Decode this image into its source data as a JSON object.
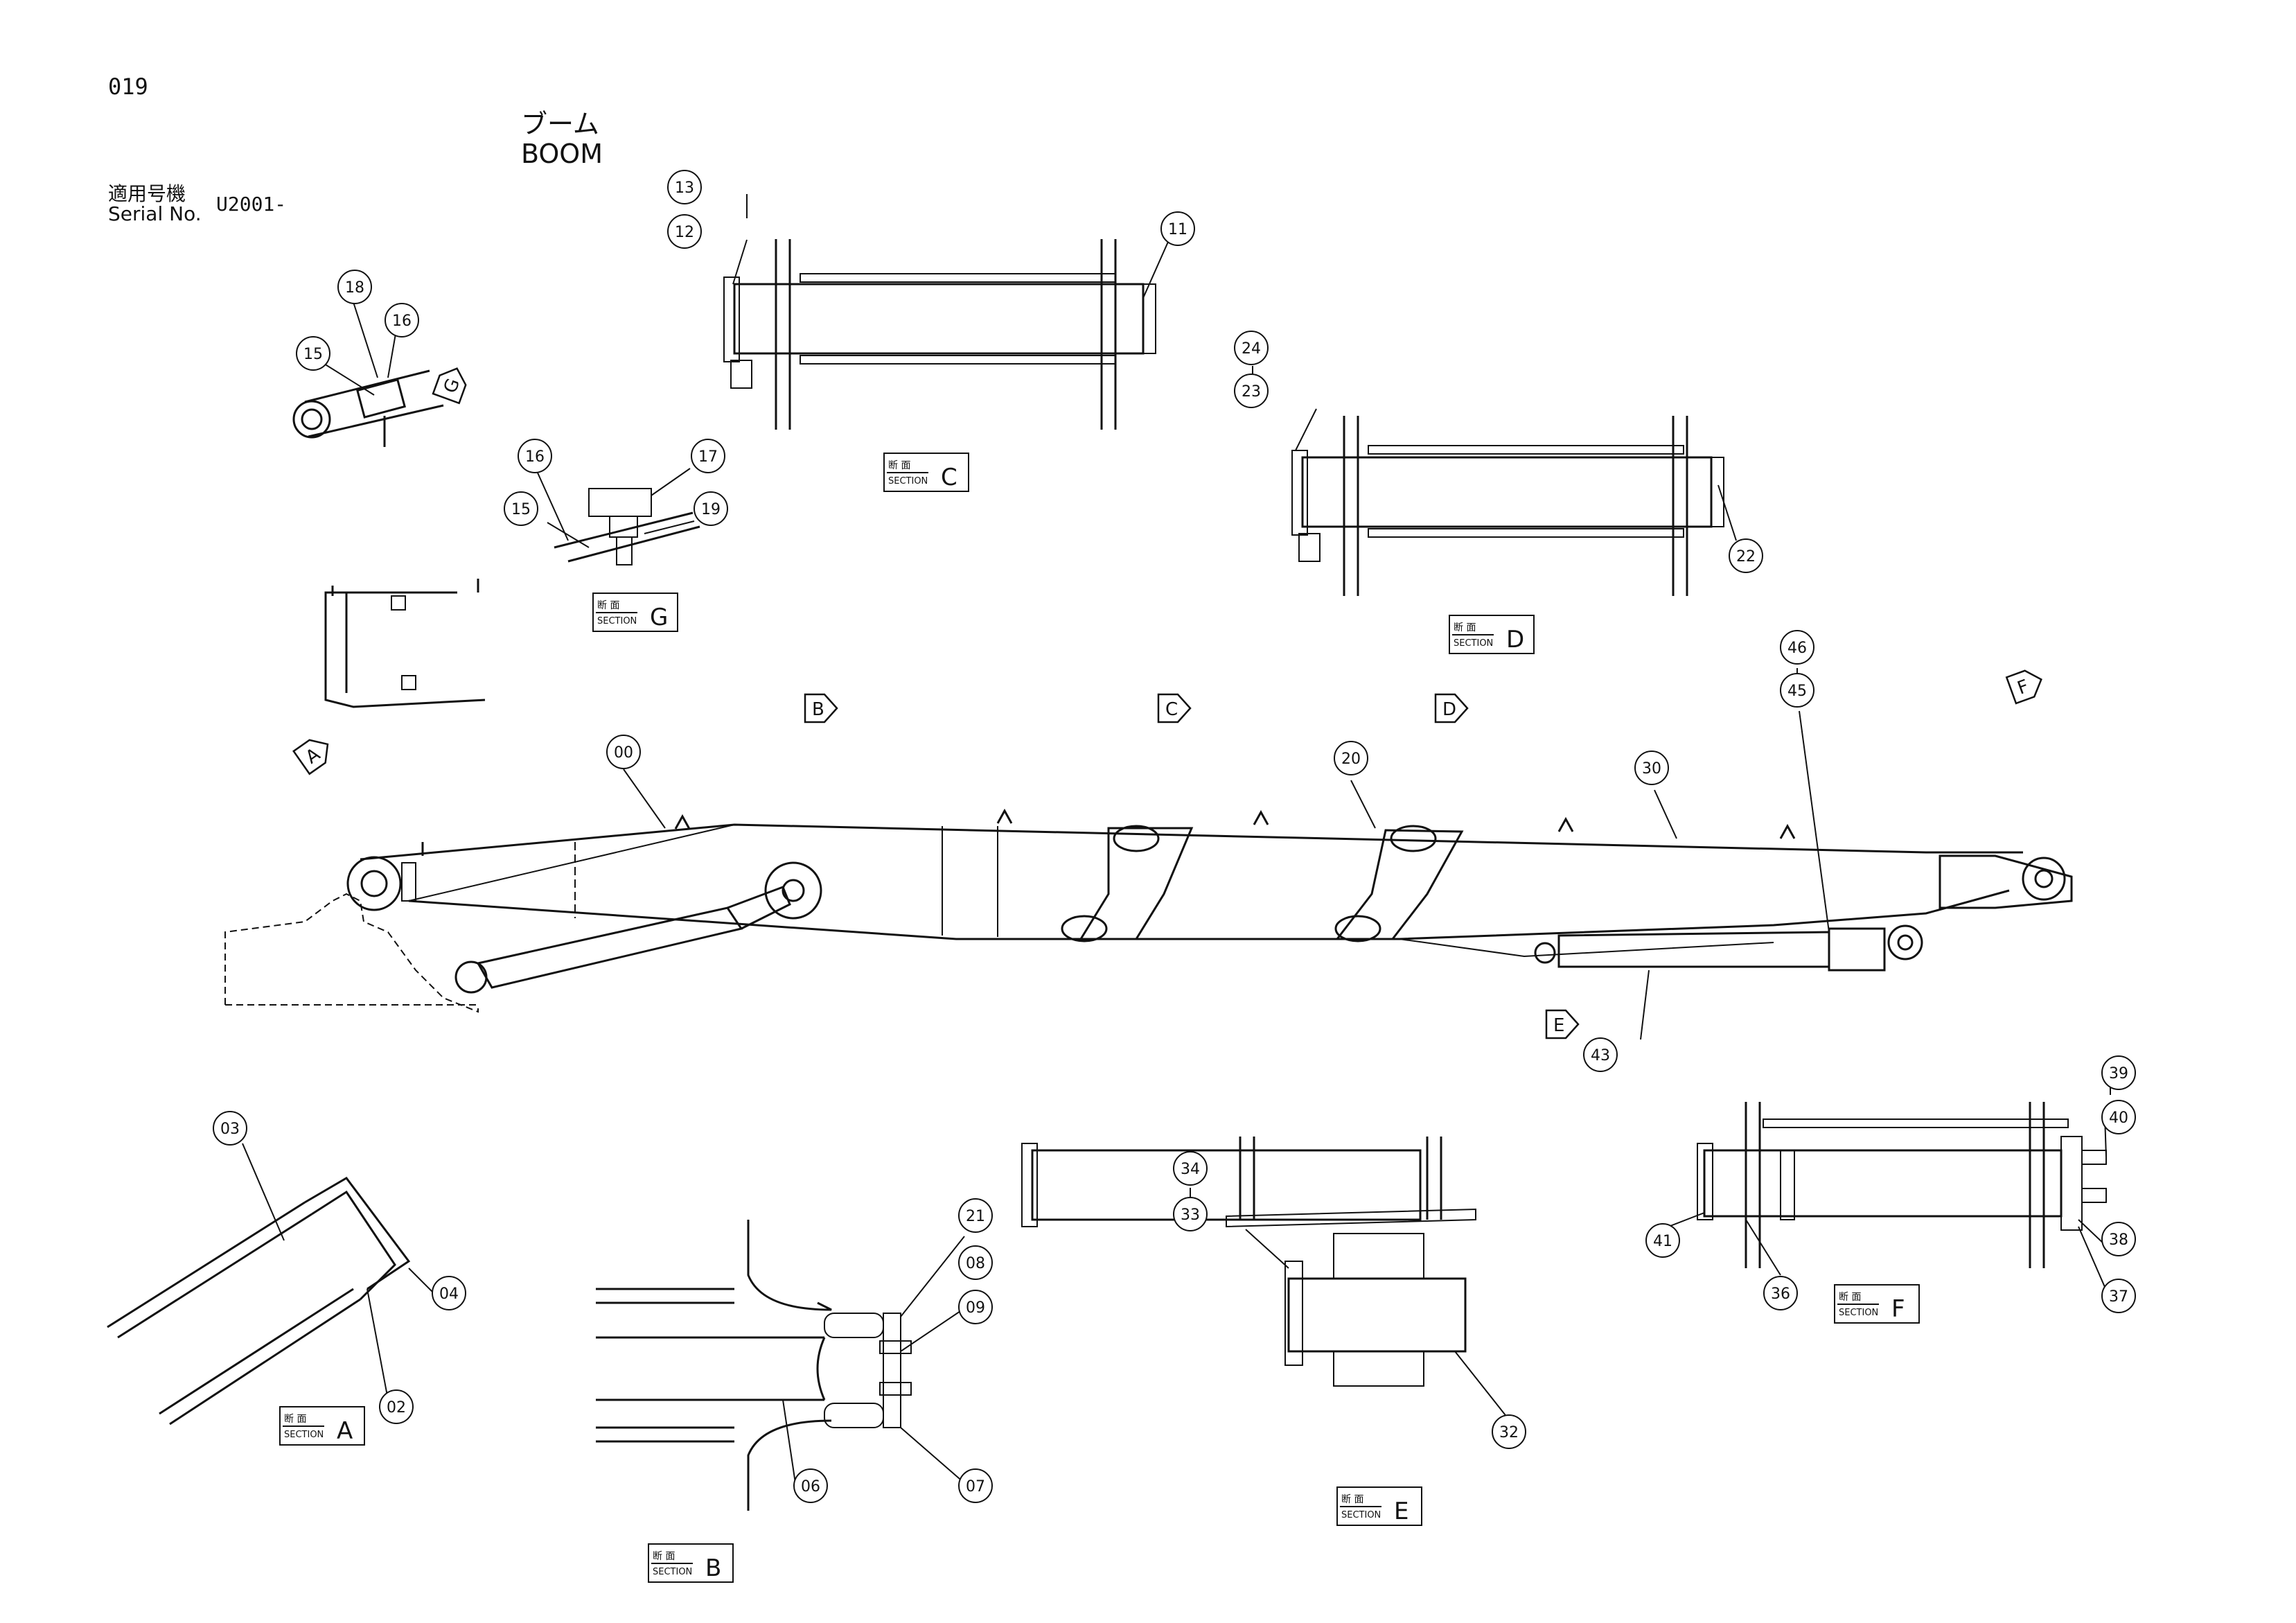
{
  "page": {
    "number": "019",
    "title_jp": "ブーム",
    "title_en": "BOOM",
    "serial_label_jp": "適用号機",
    "serial_label_en": "Serial No.",
    "serial_value": "U2001-"
  },
  "section_labels": {
    "jp": "断 面",
    "en": "SECTION"
  },
  "sections": [
    {
      "letter": "A"
    },
    {
      "letter": "B"
    },
    {
      "letter": "C"
    },
    {
      "letter": "D"
    },
    {
      "letter": "E"
    },
    {
      "letter": "F"
    },
    {
      "letter": "G"
    }
  ],
  "view_markers": [
    "A",
    "B",
    "C",
    "D",
    "E",
    "F",
    "G"
  ],
  "callouts": [
    "00",
    "02",
    "03",
    "04",
    "06",
    "07",
    "08",
    "09",
    "11",
    "12",
    "13",
    "15",
    "16",
    "17",
    "18",
    "19",
    "20",
    "21",
    "22",
    "23",
    "24",
    "30",
    "32",
    "33",
    "34",
    "36",
    "37",
    "38",
    "39",
    "40",
    "41",
    "43",
    "45",
    "46"
  ]
}
